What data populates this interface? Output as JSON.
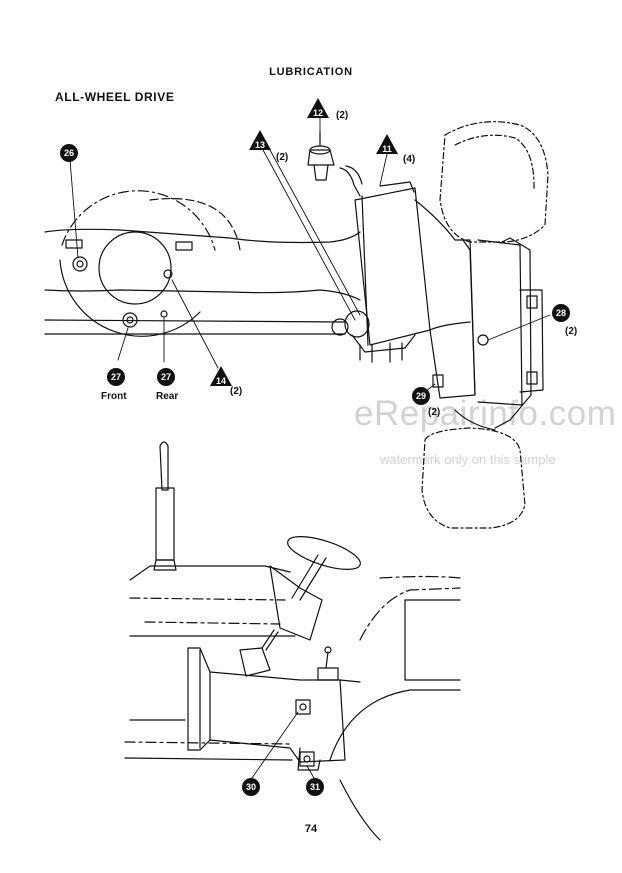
{
  "header": {
    "title": "LUBRICATION",
    "subtitle": "ALL-WHEEL DRIVE"
  },
  "page_number": "74",
  "watermark": {
    "main": "eRepairinfo.com",
    "sub": "watermark only on this sample"
  },
  "callouts": [
    {
      "id": "12",
      "shape": "triangle",
      "qty": "(2)"
    },
    {
      "id": "13",
      "shape": "triangle",
      "qty": "(2)"
    },
    {
      "id": "11",
      "shape": "triangle",
      "qty": "(4)"
    },
    {
      "id": "26",
      "shape": "circle",
      "qty": ""
    },
    {
      "id": "27",
      "shape": "circle",
      "qty": "",
      "caption": "Front"
    },
    {
      "id": "27",
      "shape": "circle",
      "qty": "",
      "caption": "Rear"
    },
    {
      "id": "14",
      "shape": "triangle",
      "qty": "(2)"
    },
    {
      "id": "28",
      "shape": "circle",
      "qty": "(2)"
    },
    {
      "id": "29",
      "shape": "circle",
      "qty": "(2)"
    },
    {
      "id": "30",
      "shape": "circle",
      "qty": ""
    },
    {
      "id": "31",
      "shape": "circle",
      "qty": ""
    }
  ]
}
